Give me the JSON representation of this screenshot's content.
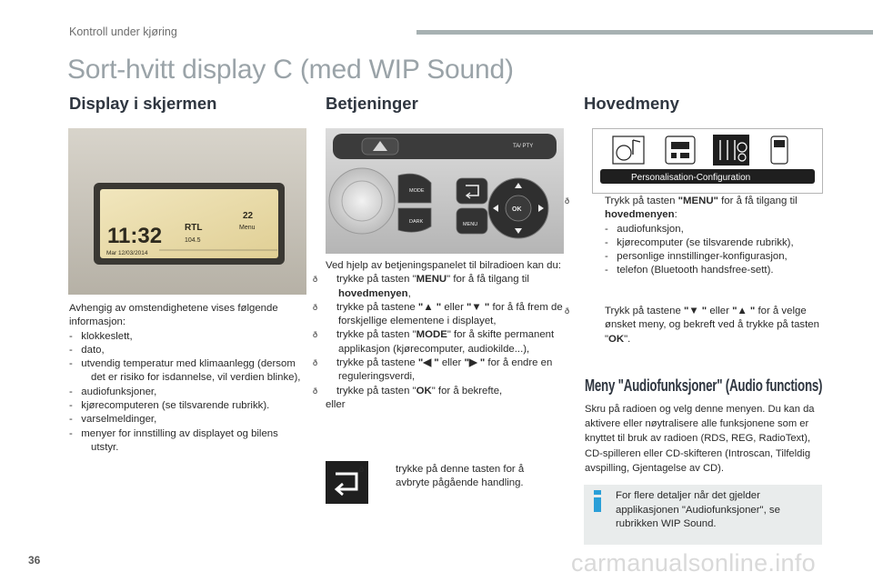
{
  "header": {
    "section": "Kontroll under kjøring"
  },
  "title": "Sort-hvitt display C (med WIP Sound)",
  "col1": {
    "heading": "Display i skjermen",
    "display_image": {
      "time": "11:32",
      "date": "Mar 12/03/2014",
      "station": "RTL",
      "freq": "104.5",
      "temp": "22",
      "menu": "Menu"
    },
    "intro": "Avhengig av omstendighetene vises følgende informasjon:",
    "items": [
      "klokkeslett,",
      "dato,",
      "utvendig temperatur med klimaanlegg (dersom det er risiko for isdannelse, vil verdien blinke),",
      "audiofunksjoner,",
      "kjørecomputeren (se tilsvarende rubrikk).",
      "varselmeldinger,",
      "menyer for innstilling av displayet og bilens utstyr."
    ]
  },
  "col2": {
    "heading": "Betjeninger",
    "panel_labels": {
      "ta": "TA/ PTY",
      "mode": "MODE",
      "dark": "DARK",
      "menu": "MENU",
      "ok": "OK"
    },
    "intro": "Ved hjelp av betjeningspanelet til bilradioen kan du:",
    "items": [
      {
        "pre": "trykke på tasten \"",
        "key": "MENU",
        "post": "\" for å få tilgang til ",
        "bold_end": "hovedmenyen",
        "end": ","
      },
      {
        "pre": "trykke på tastene ",
        "sym1": "\"▲ \"",
        "mid": " eller ",
        "sym2": "\"▼ \"",
        "post": " for å få frem de forskjellige elementene i displayet,"
      },
      {
        "pre": "trykke på tasten \"",
        "key": "MODE",
        "post": "\" for å skifte permanent applikasjon (kjørecomputer, audiokilde...),"
      },
      {
        "pre": "trykke på tastene ",
        "sym1": "\"◀ \"",
        "mid": " eller ",
        "sym2": "\"▶ \"",
        "post": " for å endre en reguleringsverdi,"
      },
      {
        "pre": "trykke på tasten \"",
        "key": "OK",
        "post": "\" for å bekrefte,"
      }
    ],
    "or": "eller",
    "back_text": "trykke på denne tasten for å avbryte pågående handling."
  },
  "col3": {
    "heading": "Hovedmeny",
    "screen_caption": "Personalisation-Configuration",
    "item1_pre": "Trykk på tasten ",
    "item1_key": "\"MENU\"",
    "item1_post": " for å få tilgang til ",
    "item1_bold": "hovedmenyen",
    "item1_end": ":",
    "sub_items": [
      "audiofunksjon,",
      "kjørecomputer (se tilsvarende rubrikk),",
      "personlige innstillinger-konfigurasjon,",
      "telefon (Bluetooth handsfree-sett)."
    ],
    "item2_pre": "Trykk på tastene ",
    "item2_sym1": "\"▼ \"",
    "item2_mid": " eller ",
    "item2_sym2": "\"▲ \"",
    "item2_post": " for å velge ønsket meny, og bekreft ved å trykke på tasten \"",
    "item2_key": "OK",
    "item2_end": "\".",
    "sub_heading": "Meny \"Audiofunksjoner\" (Audio functions)",
    "paragraph": "Skru på radioen og velg denne menyen. Du kan da aktivere eller nøytralisere alle funksjonene som er knyttet til bruk av radioen (RDS, REG, RadioText), CD-spilleren eller CD-skifteren (Introscan, Tilfeldig avspilling, Gjentagelse av CD).",
    "note": "For flere detaljer når det gjelder applikasjonen \"Audiofunksjoner\", se rubrikken WIP Sound."
  },
  "footer": {
    "page": "36",
    "watermark": "carmanualsonline.info"
  },
  "colors": {
    "title_gray": "#9aa3a8",
    "header_bar": "#a7b1b2",
    "note_bg": "#e9ecec",
    "info_blue": "#2a9fd8"
  }
}
